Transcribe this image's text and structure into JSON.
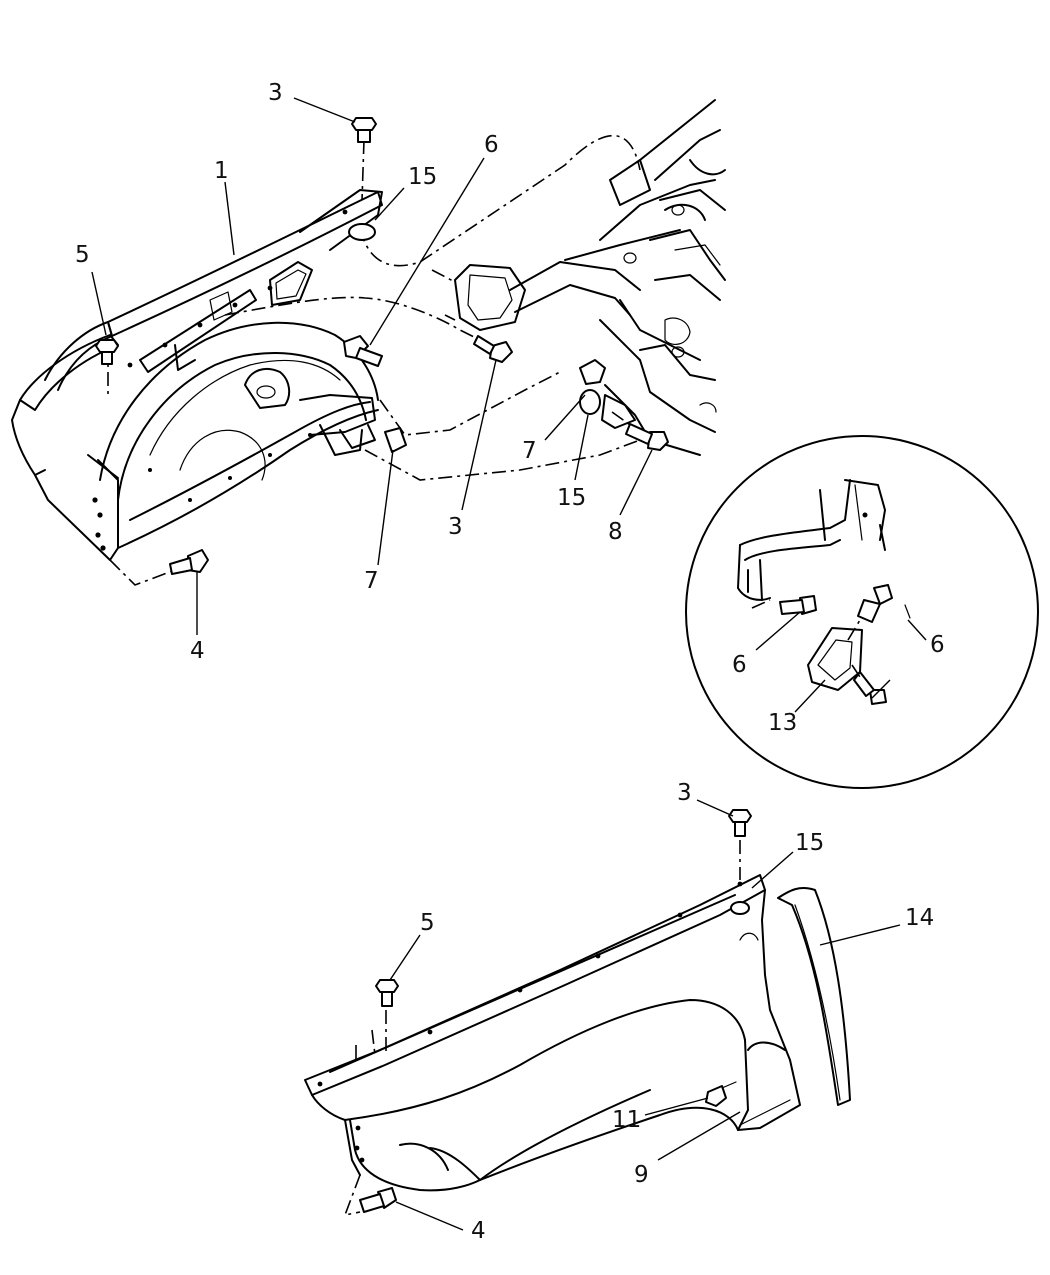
{
  "diagram": {
    "callouts": {
      "c1": "1",
      "c3a": "3",
      "c3b": "3",
      "c3c": "3",
      "c4a": "4",
      "c4b": "4",
      "c5a": "5",
      "c5b": "5",
      "c6a": "6",
      "c6b": "6",
      "c6c": "6",
      "c7a": "7",
      "c7b": "7",
      "c8": "8",
      "c9": "9",
      "c11": "11",
      "c13": "13",
      "c14": "14",
      "c15a": "15",
      "c15b": "15",
      "c15c": "15"
    }
  }
}
